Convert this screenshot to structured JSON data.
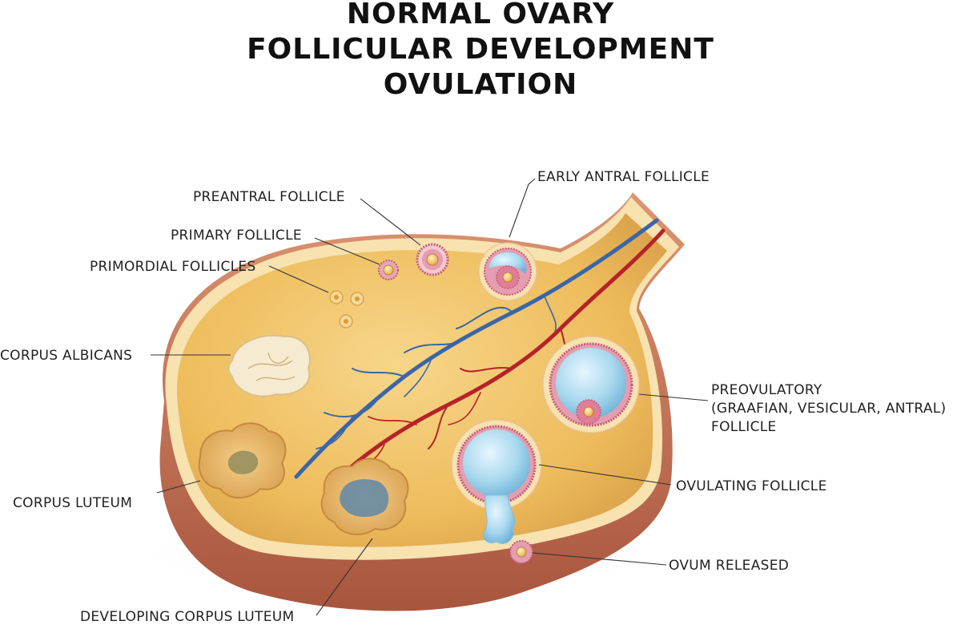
{
  "title": {
    "line1": "NORMAL OVARY",
    "line2": "FOLLICULAR DEVELOPMENT",
    "line3": "OVULATION"
  },
  "labels": {
    "early_antral_follicle": "EARLY ANTRAL FOLLICLE",
    "preantral_follicle": "PREANTRAL FOLLICLE",
    "primary_follicle": "PRIMARY FOLLICLE",
    "primordial_follicles": "PRIMORDIAL FOLLICLES",
    "corpus_albicans": "CORPUS ALBICANS",
    "corpus_luteum": "CORPUS LUTEUM",
    "developing_corpus_luteum": "DEVELOPING CORPUS LUTEUM",
    "preovulatory_line1": "PREOVULATORY",
    "preovulatory_line2": "(GRAAFIAN, VESICULAR, ANTRAL)",
    "preovulatory_line3": "FOLLICLE",
    "ovulating_follicle": "OVULATING FOLLICLE",
    "ovum_released": "OVUM RELEASED"
  },
  "colors": {
    "ovary_interior": "#f2c46a",
    "ovary_rim": "#f7e2b0",
    "ovary_outer": "#c9785a",
    "artery": "#b5232a",
    "vein": "#3a66a8",
    "follicle_fluid": "#a8d8ee",
    "granulosa": "#c45a78"
  }
}
